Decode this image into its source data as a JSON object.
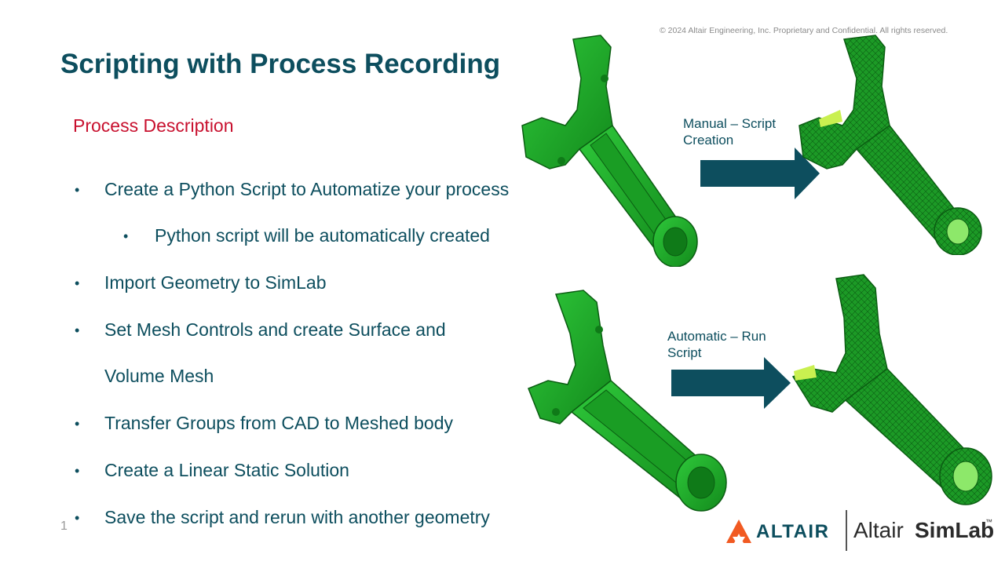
{
  "copyright": "© 2024 Altair Engineering, Inc. Proprietary and Confidential. All rights reserved.",
  "title": "Scripting with Process Recording",
  "subtitle": "Process Description",
  "bullets": [
    {
      "text": "Create a Python Script to Automatize your process",
      "level": 1
    },
    {
      "text": "Python script will be automatically created",
      "level": 2
    },
    {
      "text": "Import Geometry to SimLab",
      "level": 1
    },
    {
      "text": "Set Mesh Controls and create Surface and",
      "level": 1
    },
    {
      "text": "Volume Mesh",
      "level": 1
    },
    {
      "text": "Transfer Groups from CAD to Meshed body",
      "level": 1
    },
    {
      "text": "Create a Linear Static Solution",
      "level": 1
    },
    {
      "text": "Save the script and rerun with another geometry",
      "level": 1
    }
  ],
  "bullet_glyph": "•",
  "slide_number": "1",
  "arrows": {
    "top": {
      "line1": "Manual – Script",
      "line2": "Creation"
    },
    "bottom": {
      "line1": "Automatic – Run",
      "line2": "Script"
    }
  },
  "logo": {
    "brand": "ALTAIR",
    "product_prefix": "Altair",
    "product_name": "SimLab",
    "trademark": "™"
  },
  "colors": {
    "title": "#0d4e5e",
    "subtitle": "#c8102e",
    "arrow": "#0d4e5e",
    "part_green": "#1faa2a",
    "logo_orange": "#f15a22"
  },
  "icons": [
    "altair-logo-icon",
    "connecting-rod-cad-image",
    "connecting-rod-mesh-image",
    "right-arrow-icon"
  ]
}
